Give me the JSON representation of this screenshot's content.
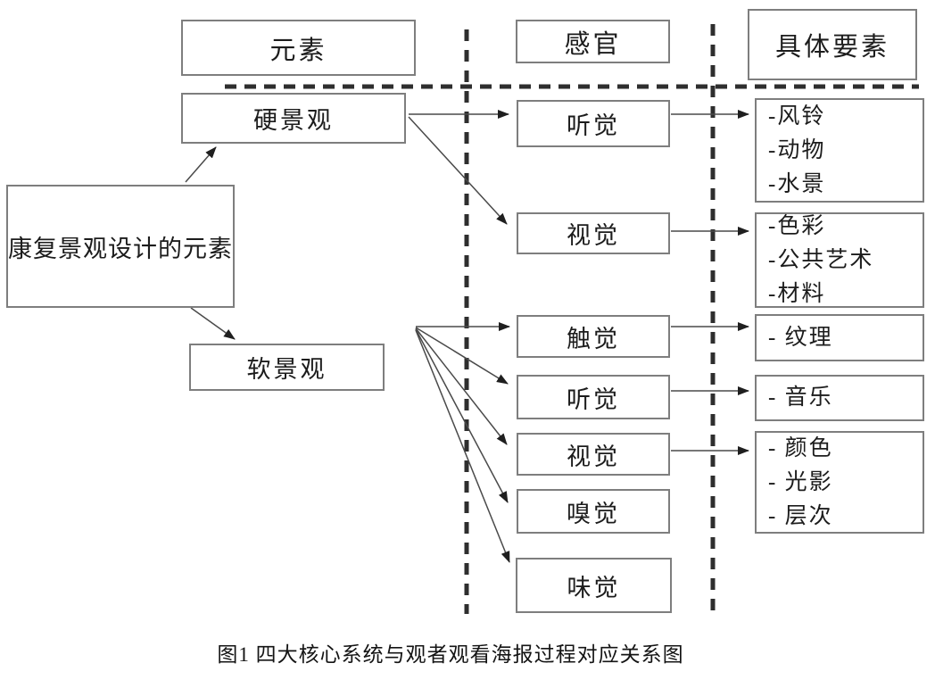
{
  "headers": {
    "elements": "元素",
    "senses": "感官",
    "details": "具体要素"
  },
  "root_label": "康复景观设计的元素",
  "landscape": {
    "hard": "硬景观",
    "soft": "软景观"
  },
  "senses": [
    {
      "label": "听觉"
    },
    {
      "label": "视觉"
    },
    {
      "label": "触觉"
    },
    {
      "label": "听觉"
    },
    {
      "label": "视觉"
    },
    {
      "label": "嗅觉"
    },
    {
      "label": "味觉"
    }
  ],
  "details": [
    {
      "items": [
        "-风铃",
        "-动物",
        "-水景"
      ]
    },
    {
      "items": [
        "-色彩",
        "-公共艺术",
        "-材料"
      ]
    },
    {
      "items": [
        "- 纹理"
      ]
    },
    {
      "items": [
        "- 音乐"
      ]
    },
    {
      "items": [
        "- 颜色",
        "- 光影",
        "- 层次"
      ]
    }
  ],
  "caption": "图1 四大核心系统与观者观看海报过程对应关系图",
  "colors": {
    "box_border": "#7e7e7e",
    "connector_line": "#4a4a4a",
    "dashed_divider": "#2e2e2e",
    "text": "#1c1c1c"
  }
}
